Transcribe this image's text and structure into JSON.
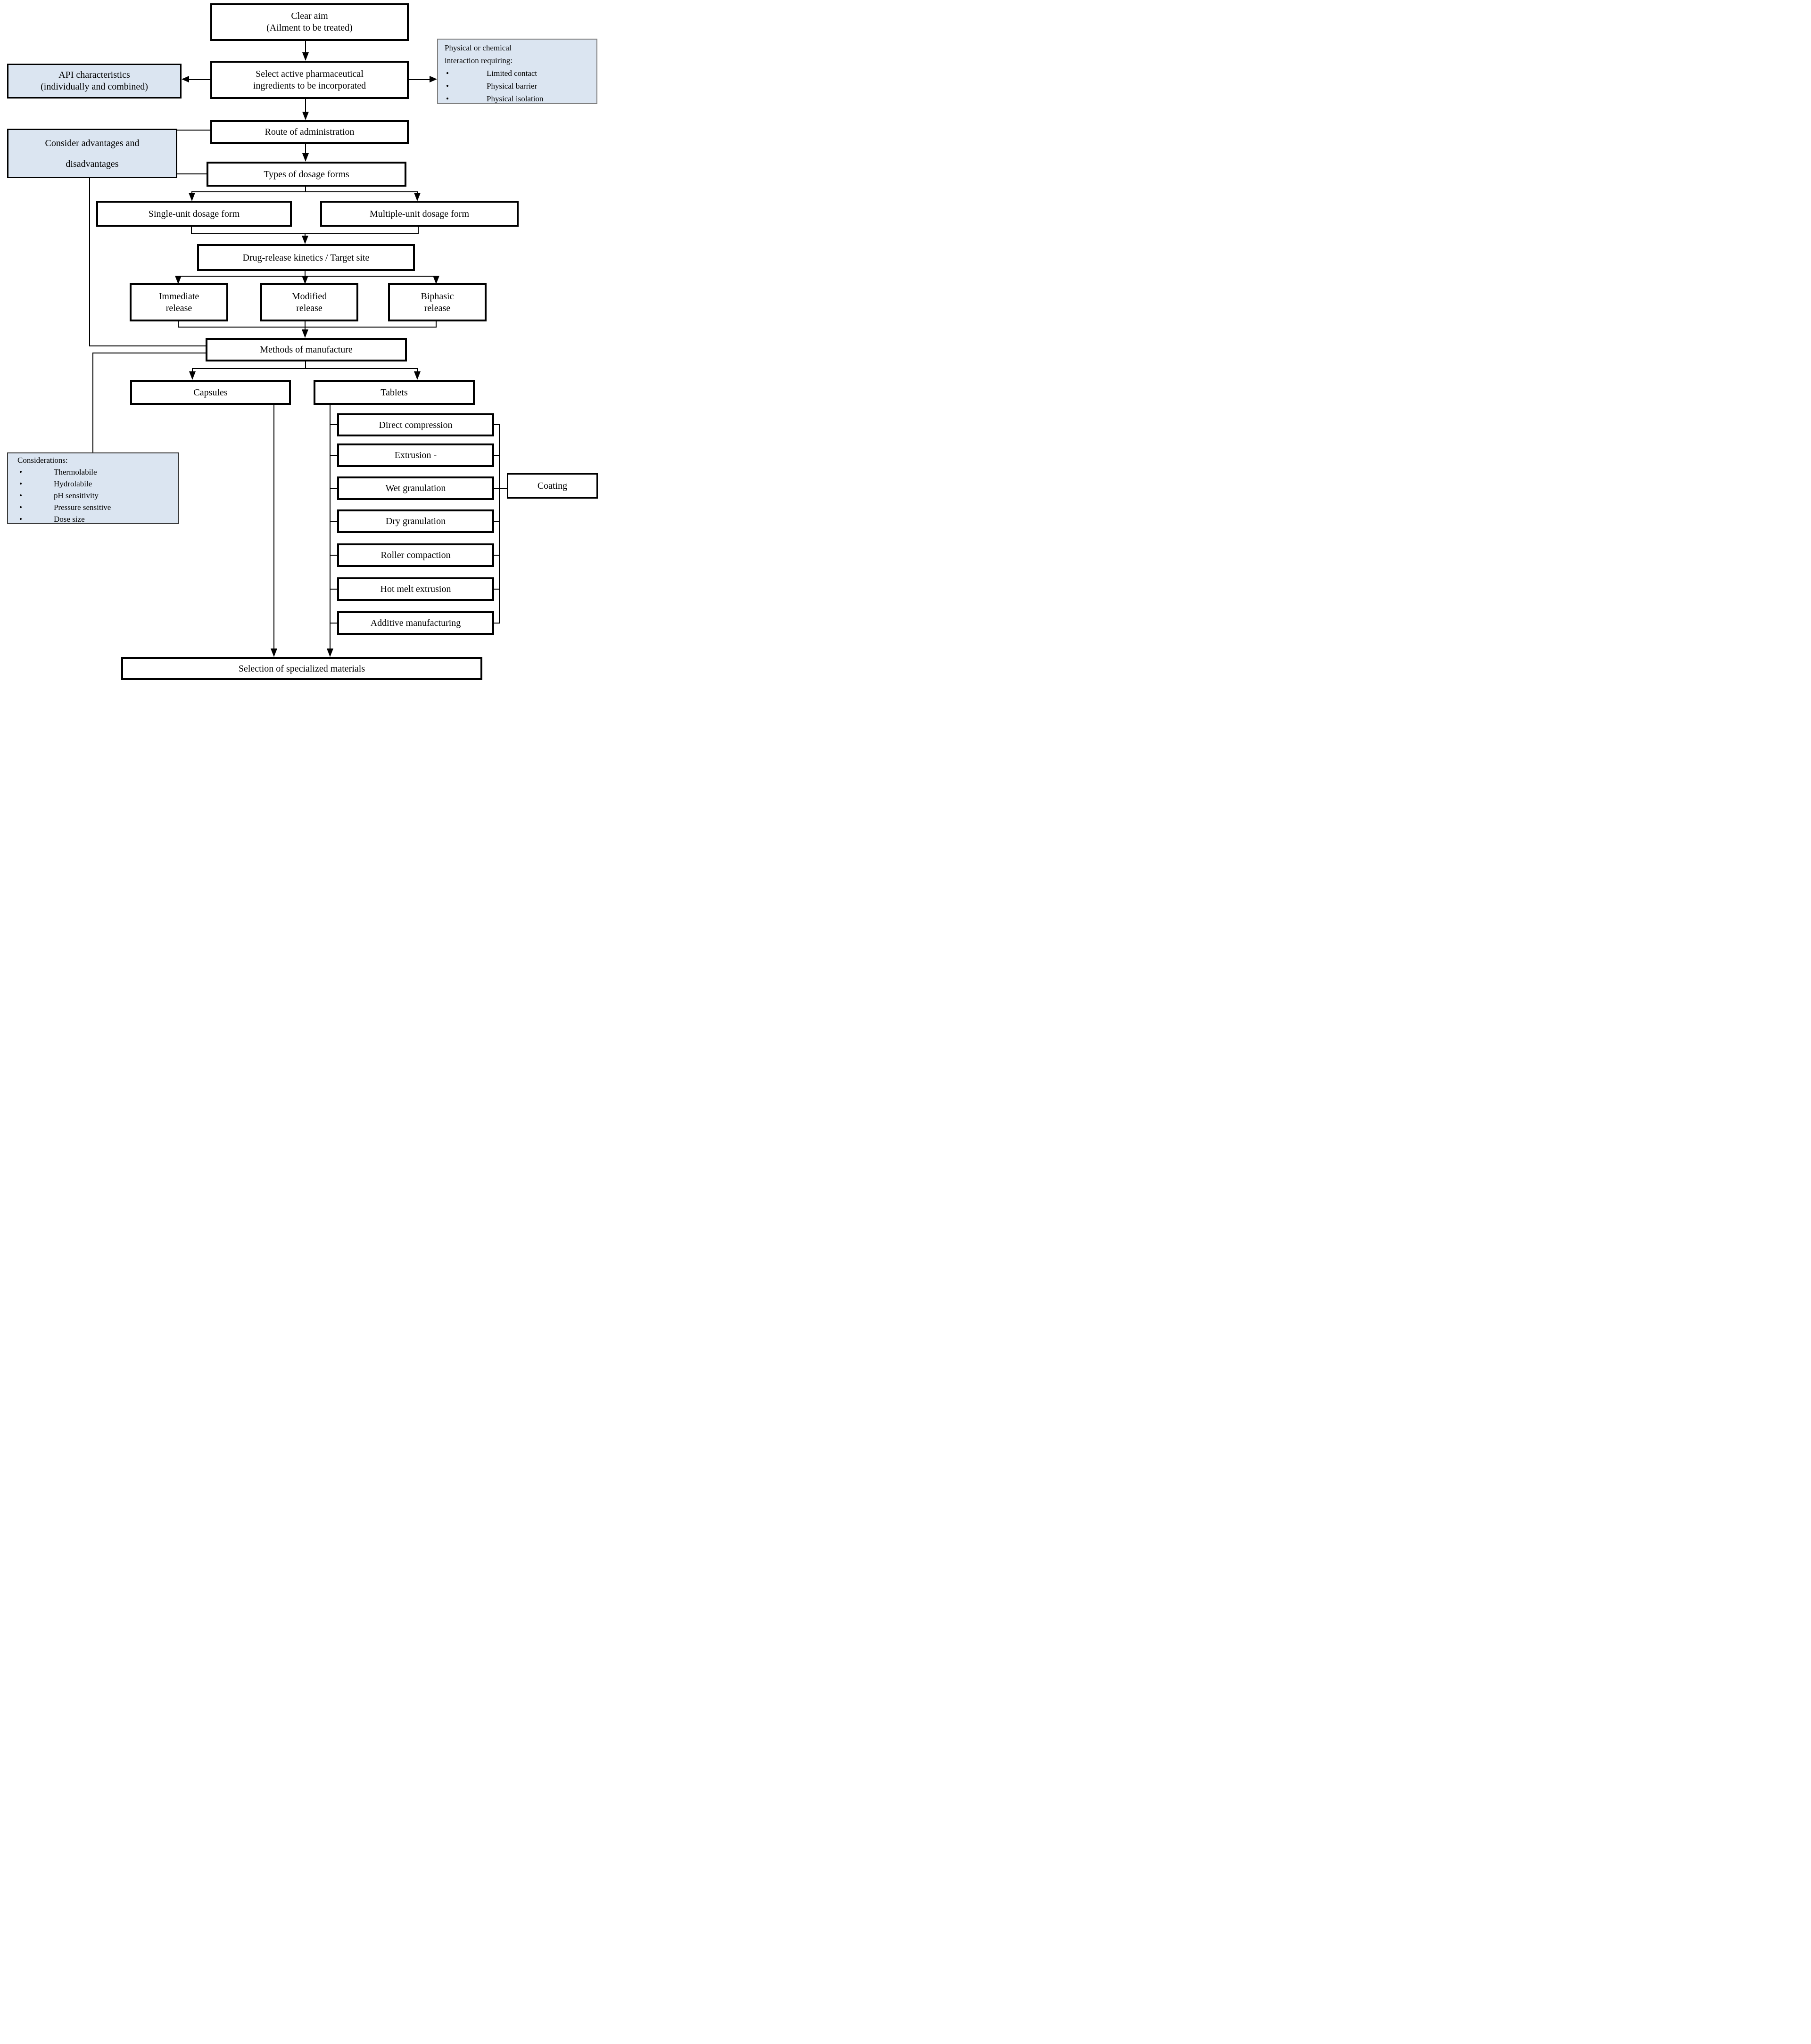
{
  "flowchart": {
    "bullet_glyph": "•",
    "colors": {
      "note_fill": "#dbe5f1",
      "note_border_gray": "#7f7f7f",
      "box_border": "#000000",
      "line": "#000000"
    },
    "nodes": {
      "clear_aim": {
        "line1": "Clear aim",
        "line2": "(Ailment to be treated)"
      },
      "select_api": {
        "line1": "Select active pharmaceutical",
        "line2": "ingredients to be incorporated"
      },
      "api_characteristics": {
        "line1": "API characteristics",
        "line2": "(individually and combined)"
      },
      "physical_interaction": {
        "title_line1": "Physical or chemical",
        "title_line2": "interaction requiring:",
        "items": [
          "Limited contact",
          "Physical barrier",
          "Physical isolation"
        ]
      },
      "route": {
        "label": "Route of administration"
      },
      "consider": {
        "line1": "Consider advantages and",
        "line2": "disadvantages"
      },
      "types": {
        "label": "Types of dosage forms"
      },
      "single_unit": {
        "label": "Single-unit dosage form"
      },
      "multiple_unit": {
        "label": "Multiple-unit dosage form"
      },
      "kinetics": {
        "label": "Drug-release kinetics / Target site"
      },
      "immediate": {
        "line1": "Immediate",
        "line2": "release"
      },
      "modified": {
        "line1": "Modified",
        "line2": "release"
      },
      "biphasic": {
        "line1": "Biphasic",
        "line2": "release"
      },
      "methods": {
        "label": "Methods of manufacture"
      },
      "capsules": {
        "label": "Capsules"
      },
      "tablets": {
        "label": "Tablets"
      },
      "considerations": {
        "title": "Considerations:",
        "items": [
          "Thermolabile",
          "Hydrolabile",
          "pH sensitivity",
          "Pressure sensitive",
          "Dose size"
        ]
      },
      "tablet_methods": [
        "Direct compression",
        "Extrusion -",
        "Wet granulation",
        "Dry granulation",
        "Roller compaction",
        "Hot melt extrusion",
        "Additive manufacturing"
      ],
      "coating": {
        "label": "Coating"
      },
      "selection": {
        "label": "Selection of specialized materials"
      }
    }
  }
}
